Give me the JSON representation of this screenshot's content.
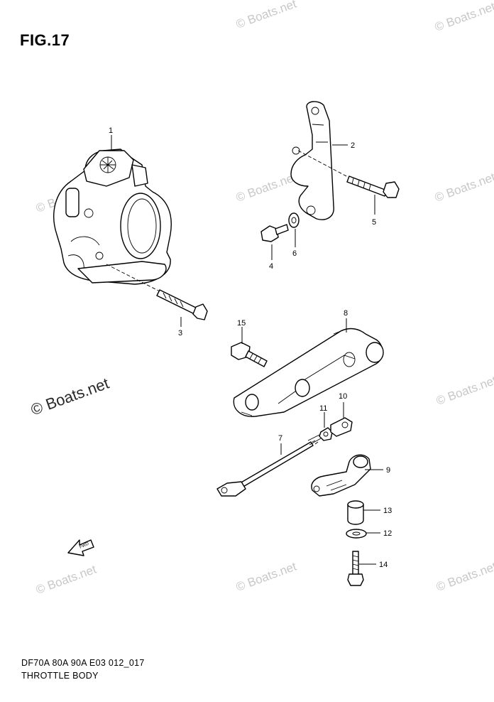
{
  "figure": {
    "title": "FIG.17"
  },
  "caption": {
    "line1": "DF70A 80A 90A E03 012_017",
    "line2": "THROTTLE BODY"
  },
  "watermark": {
    "text": "© Boats.net"
  },
  "parts": [
    {
      "num": "1"
    },
    {
      "num": "2"
    },
    {
      "num": "3"
    },
    {
      "num": "4"
    },
    {
      "num": "5"
    },
    {
      "num": "6"
    },
    {
      "num": "7"
    },
    {
      "num": "8"
    },
    {
      "num": "9"
    },
    {
      "num": "10"
    },
    {
      "num": "11"
    },
    {
      "num": "12"
    },
    {
      "num": "13"
    },
    {
      "num": "14"
    },
    {
      "num": "15"
    }
  ],
  "fwd_arrow": {
    "label": "FWD",
    "icon": "fwd-arrow-icon"
  }
}
